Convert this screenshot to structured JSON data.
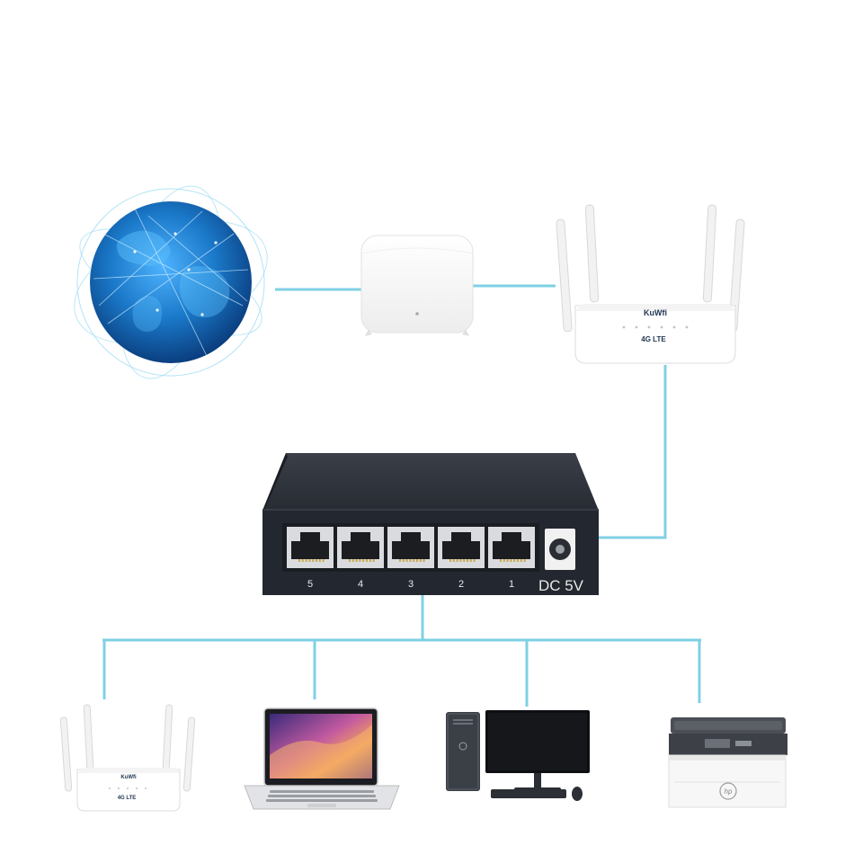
{
  "colors": {
    "connection_line": "#7fd0e4",
    "switch_body": "#23272f",
    "globe": "#1a78c8",
    "background": "#ffffff"
  },
  "switch": {
    "ports": [
      "5",
      "4",
      "3",
      "2",
      "1"
    ],
    "power_label": "DC 5V"
  },
  "router": {
    "brand": "KuWfi",
    "badge": "4G LTE"
  },
  "devices": {
    "top": [
      "globe-internet",
      "access-point",
      "4g-router"
    ],
    "bottom": [
      "4g-router",
      "laptop",
      "desktop-pc",
      "printer"
    ]
  },
  "printer": {
    "brand": "hp"
  }
}
